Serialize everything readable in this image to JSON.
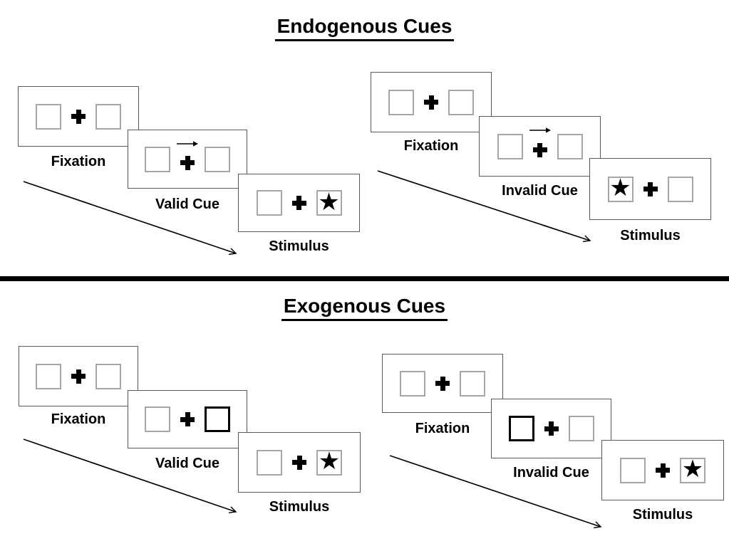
{
  "diagram": {
    "glyphs": {
      "star": "★"
    },
    "colors": {
      "panel_border": "#595959",
      "box_border": "#a6a6a6",
      "ink": "#000000",
      "background": "#ffffff"
    },
    "endogenous": {
      "title": "Endogenous Cues",
      "valid": {
        "fixation_label": "Fixation",
        "cue_label": "Valid Cue",
        "stimulus_label": "Stimulus",
        "cue_description": "central arrow above fixation cross pointing right",
        "target_star_side": "right"
      },
      "invalid": {
        "fixation_label": "Fixation",
        "cue_label": "Invalid Cue",
        "stimulus_label": "Stimulus",
        "cue_description": "central arrow above fixation cross pointing right",
        "target_star_side": "left"
      }
    },
    "exogenous": {
      "title": "Exogenous Cues",
      "valid": {
        "fixation_label": "Fixation",
        "cue_label": "Valid Cue",
        "stimulus_label": "Stimulus",
        "cue_description": "right box highlighted with thick black border",
        "target_star_side": "right"
      },
      "invalid": {
        "fixation_label": "Fixation",
        "cue_label": "Invalid Cue",
        "stimulus_label": "Stimulus",
        "cue_description": "left box highlighted with thick black border",
        "target_star_side": "right"
      }
    }
  }
}
